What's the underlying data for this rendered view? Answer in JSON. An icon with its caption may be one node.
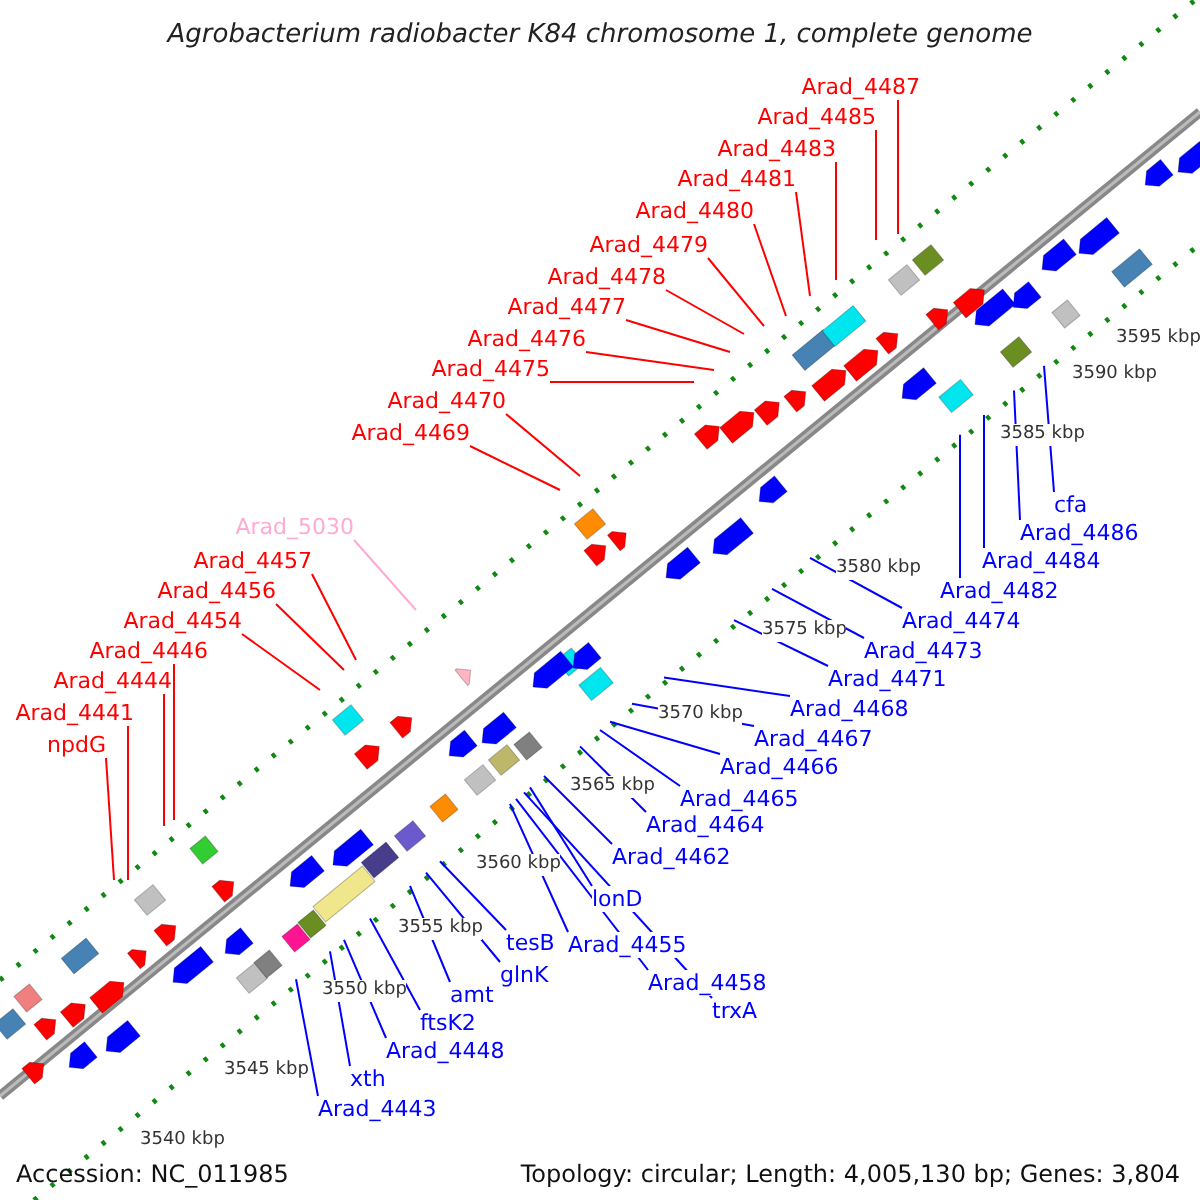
{
  "diagram": {
    "title": "Agrobacterium radiobacter K84 chromosome 1, complete genome",
    "nodes": [
      {
        "text": [
          "Arad_4487"
        ]
      },
      {
        "text": [
          "Arad_4485"
        ]
      },
      {
        "text": [
          "Arad_4483"
        ]
      },
      {
        "text": [
          "Arad_4481"
        ]
      },
      {
        "text": [
          "Arad_4480"
        ]
      },
      {
        "text": [
          "Arad_4479"
        ]
      },
      {
        "text": [
          "Arad_4478"
        ]
      },
      {
        "text": [
          "Arad_4477"
        ]
      },
      {
        "text": [
          "Arad_4476"
        ]
      },
      {
        "text": [
          "Arad_4475"
        ]
      },
      {
        "text": [
          "Arad_4470"
        ]
      },
      {
        "text": [
          "Arad_4469"
        ]
      },
      {
        "text": [
          "Arad_5030"
        ]
      },
      {
        "text": [
          "Arad_4457"
        ]
      },
      {
        "text": [
          "Arad_4456"
        ]
      },
      {
        "text": [
          "Arad_4454"
        ]
      },
      {
        "text": [
          "Arad_4446"
        ]
      },
      {
        "text": [
          "Arad_4444"
        ]
      },
      {
        "text": [
          "Arad_4441"
        ]
      },
      {
        "text": [
          "npdG"
        ]
      },
      {
        "text": [
          "cfa"
        ]
      },
      {
        "text": [
          "Arad_4486"
        ]
      },
      {
        "text": [
          "Arad_4484"
        ]
      },
      {
        "text": [
          "Arad_4482"
        ]
      },
      {
        "text": [
          "Arad_4474"
        ]
      },
      {
        "text": [
          "Arad_4473"
        ]
      },
      {
        "text": [
          "Arad_4471"
        ]
      },
      {
        "text": [
          "Arad_4468"
        ]
      },
      {
        "text": [
          "Arad_4467"
        ]
      },
      {
        "text": [
          "Arad_4466"
        ]
      },
      {
        "text": [
          "Arad_4465"
        ]
      },
      {
        "text": [
          "Arad_4464"
        ]
      },
      {
        "text": [
          "Arad_4462"
        ]
      },
      {
        "text": [
          "lonD"
        ]
      },
      {
        "text": [
          "Arad_4455"
        ]
      },
      {
        "text": [
          "Arad_4458"
        ]
      },
      {
        "text": [
          "trxA"
        ]
      },
      {
        "text": [
          "tesB"
        ]
      },
      {
        "text": [
          "glnK"
        ]
      },
      {
        "text": [
          "amt"
        ]
      },
      {
        "text": [
          "ftsK2"
        ]
      },
      {
        "text": [
          "Arad_4448"
        ]
      },
      {
        "text": [
          "xth"
        ]
      },
      {
        "text": [
          "Arad_4443"
        ]
      }
    ],
    "edges": [
      {
        "from": 0,
        "to": null,
        "arrow": "none",
        "color": "#ff0000"
      },
      {
        "from": 1,
        "to": null,
        "arrow": "none",
        "color": "#ff0000"
      },
      {
        "from": 2,
        "to": null,
        "arrow": "none",
        "color": "#ff0000"
      },
      {
        "from": 3,
        "to": null,
        "arrow": "none",
        "color": "#ff0000"
      },
      {
        "from": 4,
        "to": null,
        "arrow": "none",
        "color": "#ff0000"
      },
      {
        "from": 5,
        "to": null,
        "arrow": "none",
        "color": "#ff0000"
      },
      {
        "from": 6,
        "to": null,
        "arrow": "none",
        "color": "#ff0000"
      },
      {
        "from": 7,
        "to": null,
        "arrow": "none",
        "color": "#ff0000"
      },
      {
        "from": 8,
        "to": null,
        "arrow": "none",
        "color": "#ff0000"
      },
      {
        "from": 9,
        "to": null,
        "arrow": "none",
        "color": "#ff0000"
      },
      {
        "from": 10,
        "to": null,
        "arrow": "none",
        "color": "#ff0000"
      },
      {
        "from": 11,
        "to": null,
        "arrow": "none",
        "color": "#ff0000"
      },
      {
        "from": 12,
        "to": null,
        "arrow": "none",
        "color": "#ffaad4"
      },
      {
        "from": 13,
        "to": null,
        "arrow": "none",
        "color": "#ff0000"
      },
      {
        "from": 14,
        "to": null,
        "arrow": "none",
        "color": "#ff0000"
      },
      {
        "from": 15,
        "to": null,
        "arrow": "none",
        "color": "#ff0000"
      },
      {
        "from": 16,
        "to": null,
        "arrow": "none",
        "color": "#ff0000"
      },
      {
        "from": 17,
        "to": null,
        "arrow": "none",
        "color": "#ff0000"
      },
      {
        "from": 18,
        "to": null,
        "arrow": "none",
        "color": "#ff0000"
      },
      {
        "from": 19,
        "to": null,
        "arrow": "none",
        "color": "#ff0000"
      },
      {
        "from": 20,
        "to": null,
        "arrow": "none"
      },
      {
        "from": 21,
        "to": null,
        "arrow": "none"
      },
      {
        "from": 22,
        "to": null,
        "arrow": "none"
      },
      {
        "from": 23,
        "to": null,
        "arrow": "none"
      },
      {
        "from": 24,
        "to": null,
        "arrow": "none"
      },
      {
        "from": 25,
        "to": null,
        "arrow": "none"
      },
      {
        "from": 26,
        "to": null,
        "arrow": "none"
      },
      {
        "from": 27,
        "to": null,
        "arrow": "none"
      },
      {
        "from": 28,
        "to": null,
        "arrow": "none"
      },
      {
        "from": 29,
        "to": null,
        "arrow": "none"
      },
      {
        "from": 30,
        "to": null,
        "arrow": "none"
      },
      {
        "from": 31,
        "to": null,
        "arrow": "none"
      },
      {
        "from": 32,
        "to": null,
        "arrow": "none"
      },
      {
        "from": 33,
        "to": null,
        "arrow": "none"
      },
      {
        "from": 34,
        "to": null,
        "arrow": "none"
      },
      {
        "from": 35,
        "to": null,
        "arrow": "none"
      },
      {
        "from": 36,
        "to": null,
        "arrow": "none"
      },
      {
        "from": 37,
        "to": null,
        "arrow": "none"
      },
      {
        "from": 38,
        "to": null,
        "arrow": "none"
      },
      {
        "from": 39,
        "to": null,
        "arrow": "none"
      },
      {
        "from": 40,
        "to": null,
        "arrow": "none"
      },
      {
        "from": 41,
        "to": null,
        "arrow": "none"
      },
      {
        "from": 42,
        "to": null,
        "arrow": "none"
      },
      {
        "from": 43,
        "to": null,
        "arrow": "none"
      }
    ],
    "labels": [
      "3595 kbp",
      "3590 kbp",
      "3585 kbp",
      "3580 kbp",
      "3575 kbp",
      "3570 kbp",
      "3565 kbp",
      "3560 kbp",
      "3555 kbp",
      "3550 kbp",
      "3545 kbp",
      "3540 kbp",
      "Accession: NC_011985",
      "Topology: circular; Length: 4,005,130 bp; Genes: 3,804"
    ]
  }
}
